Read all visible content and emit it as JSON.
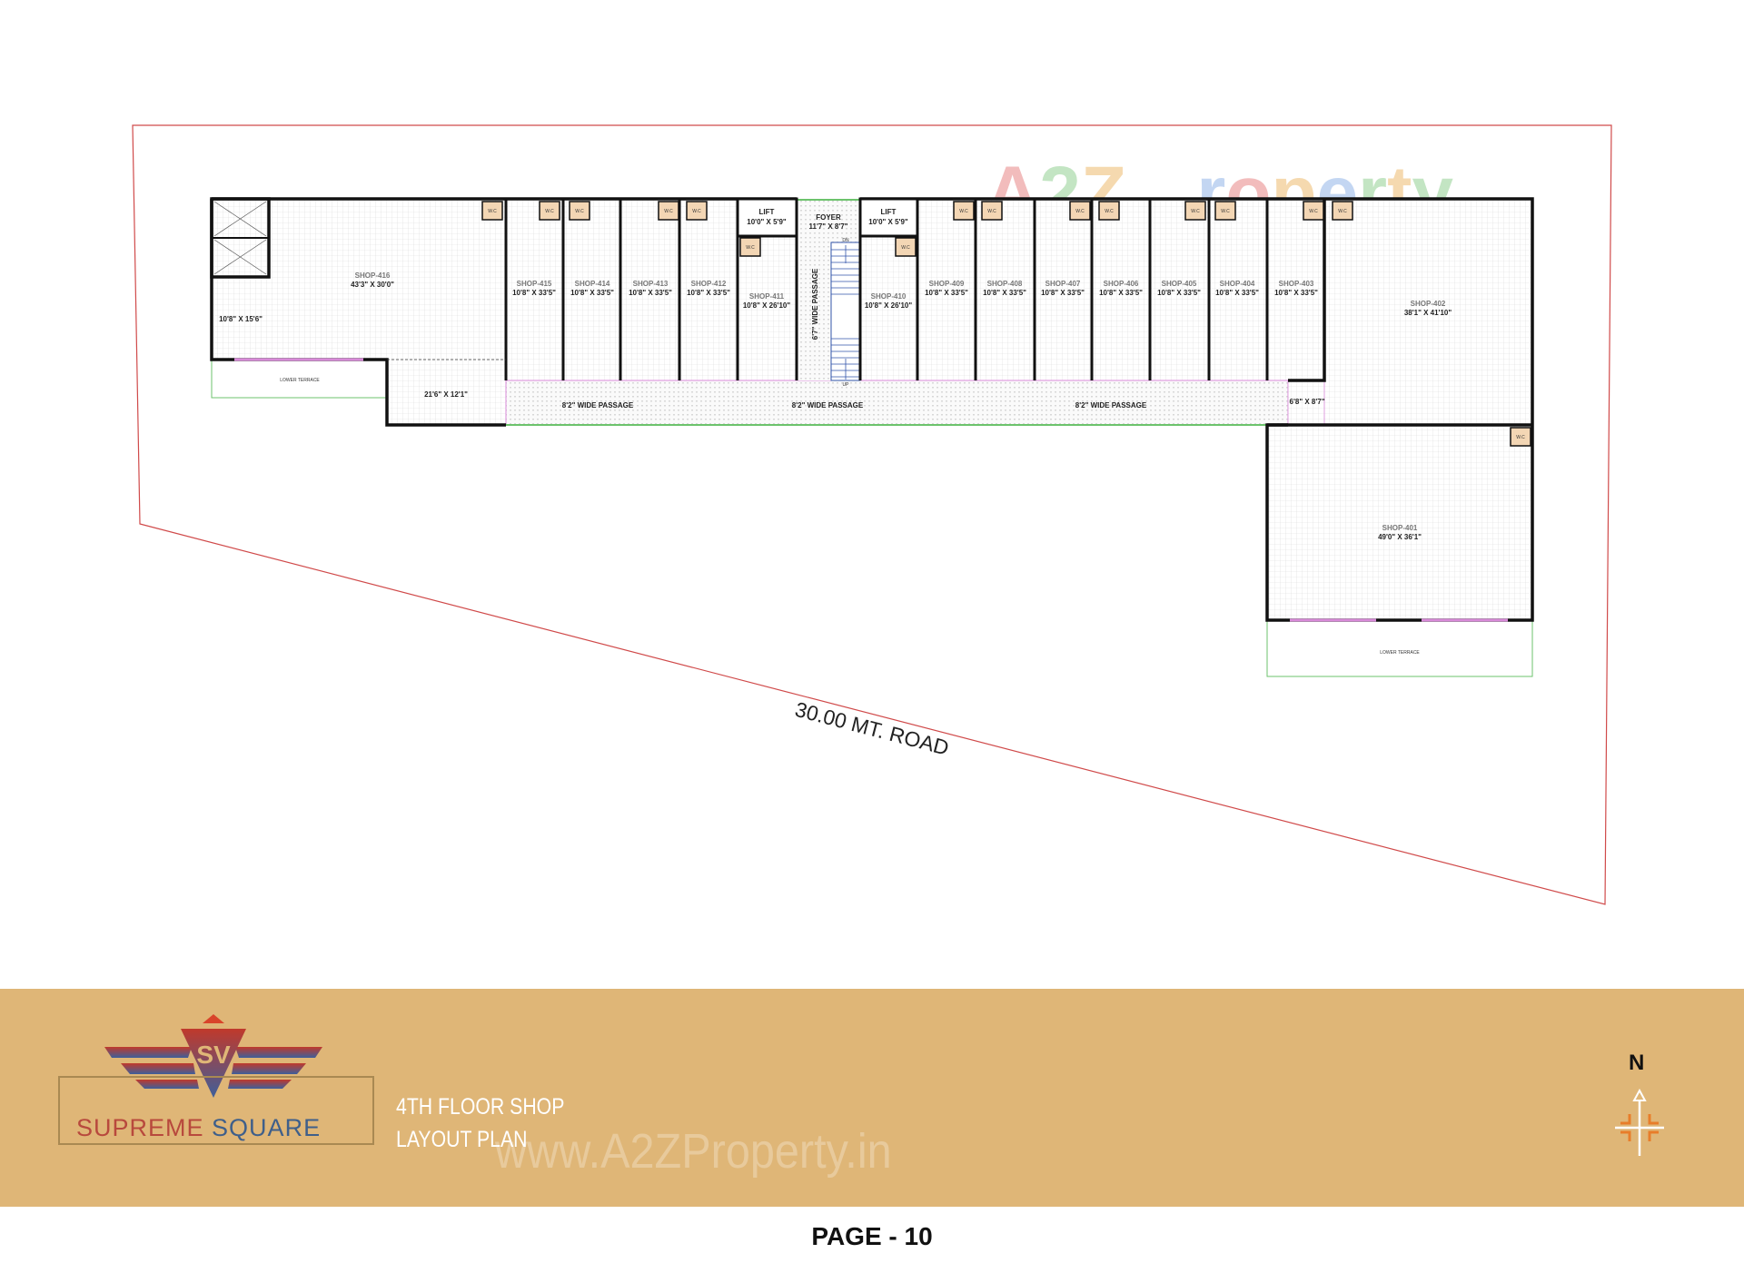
{
  "watermark": "A2Z Property",
  "road_label": "30.00 MT. ROAD",
  "plan": {
    "shops": [
      {
        "name": "SHOP-416",
        "size": "43'3\" X 30'0\""
      },
      {
        "name": "SHOP-415",
        "size": "10'8\" X 33'5\""
      },
      {
        "name": "SHOP-414",
        "size": "10'8\" X 33'5\""
      },
      {
        "name": "SHOP-413",
        "size": "10'8\" X 33'5\""
      },
      {
        "name": "SHOP-412",
        "size": "10'8\" X 33'5\""
      },
      {
        "name": "SHOP-411",
        "size": "10'8\" X 26'10\""
      },
      {
        "name": "SHOP-410",
        "size": "10'8\" X 26'10\""
      },
      {
        "name": "SHOP-409",
        "size": "10'8\" X 33'5\""
      },
      {
        "name": "SHOP-408",
        "size": "10'8\" X 33'5\""
      },
      {
        "name": "SHOP-407",
        "size": "10'8\" X 33'5\""
      },
      {
        "name": "SHOP-406",
        "size": "10'8\" X 33'5\""
      },
      {
        "name": "SHOP-405",
        "size": "10'8\" X 33'5\""
      },
      {
        "name": "SHOP-404",
        "size": "10'8\" X 33'5\""
      },
      {
        "name": "SHOP-403",
        "size": "10'8\" X 33'5\""
      },
      {
        "name": "SHOP-402",
        "size": "38'1\" X 41'10\""
      },
      {
        "name": "SHOP-401",
        "size": "49'0\" X 36'1\""
      }
    ],
    "lift_left": {
      "name": "LIFT",
      "size": "10'0\" X 5'9\""
    },
    "lift_right": {
      "name": "LIFT",
      "size": "10'0\" X 5'9\""
    },
    "foyer": {
      "name": "FOYER",
      "size": "11'7\" X 8'7\""
    },
    "foyer_passage": "6'7\" WIDE PASSAGE",
    "stair_down": "DN",
    "stair_up": "UP",
    "wc_label": "W.C",
    "passages": [
      "8'2\" WIDE PASSAGE",
      "8'2\" WIDE PASSAGE",
      "8'2\" WIDE PASSAGE"
    ],
    "left_room": "10'8\" X 15'6\"",
    "left_open": "21'6\" X 12'1\"",
    "right_open": "6'8\" X 8'7\"",
    "terrace_left": "LOWER TERRACE",
    "terrace_right": "LOWER TERRACE"
  },
  "footer": {
    "brand_a": "SUPREME",
    "brand_b": "SQUARE",
    "title_line1": "4TH FLOOR SHOP",
    "title_line2": "LAYOUT PLAN",
    "watermark": "www.A2ZProperty.in",
    "north": "N"
  },
  "page_label": "PAGE - 10",
  "colors": {
    "footer_bg": "#dfb677",
    "plot_line": "#d04a4a",
    "terrace_line": "#6cc36c",
    "glazing": "#d98ad9",
    "wc_fill": "#f3d6b4"
  }
}
